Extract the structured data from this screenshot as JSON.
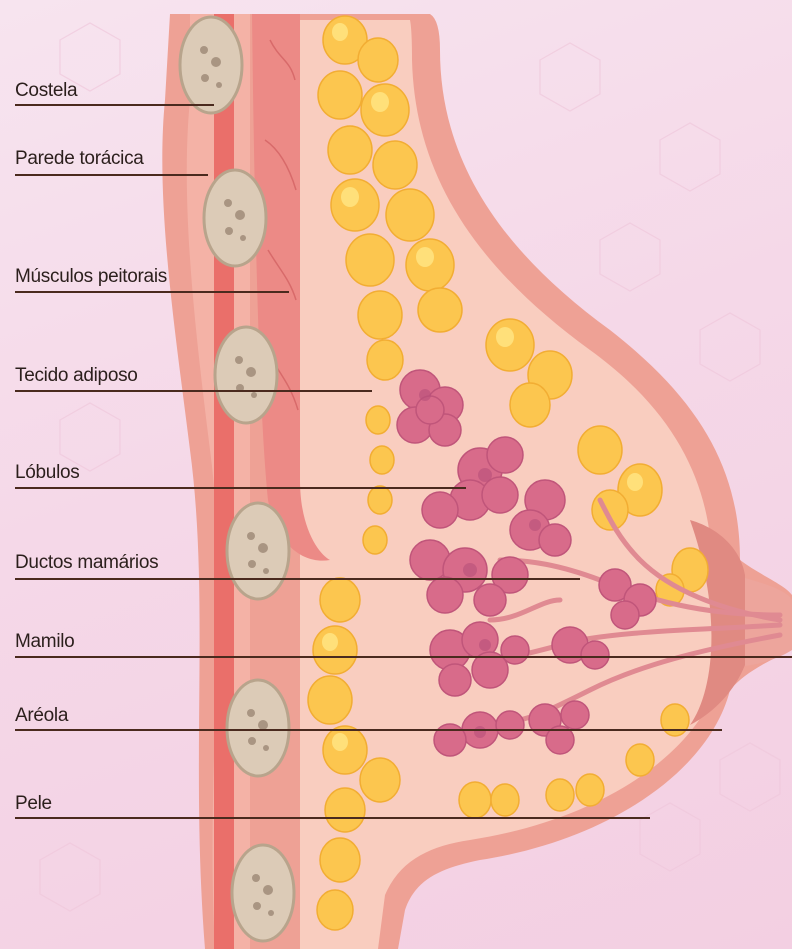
{
  "labels": [
    {
      "text": "Costela"
    },
    {
      "text": "Parede torácica"
    },
    {
      "text": "Músculos peitorais"
    },
    {
      "text": "Tecido adiposo"
    },
    {
      "text": "Lóbulos"
    },
    {
      "text": "Ductos mamários"
    },
    {
      "text": "Mamilo"
    },
    {
      "text": "Aréola"
    },
    {
      "text": "Pele"
    }
  ],
  "colors": {
    "background": "#f5d8e8",
    "skin": "#eea195",
    "skin_dark": "#e08a82",
    "inner_tissue": "#f9cdbf",
    "muscle": "#ec8a86",
    "rib": "#dccbb7",
    "fat": "#fcc64f",
    "fat_light": "#ffe07a",
    "lobule": "#d86b8a",
    "leader_line": "#4a2a1e",
    "label_text": "#2b1f1c"
  }
}
